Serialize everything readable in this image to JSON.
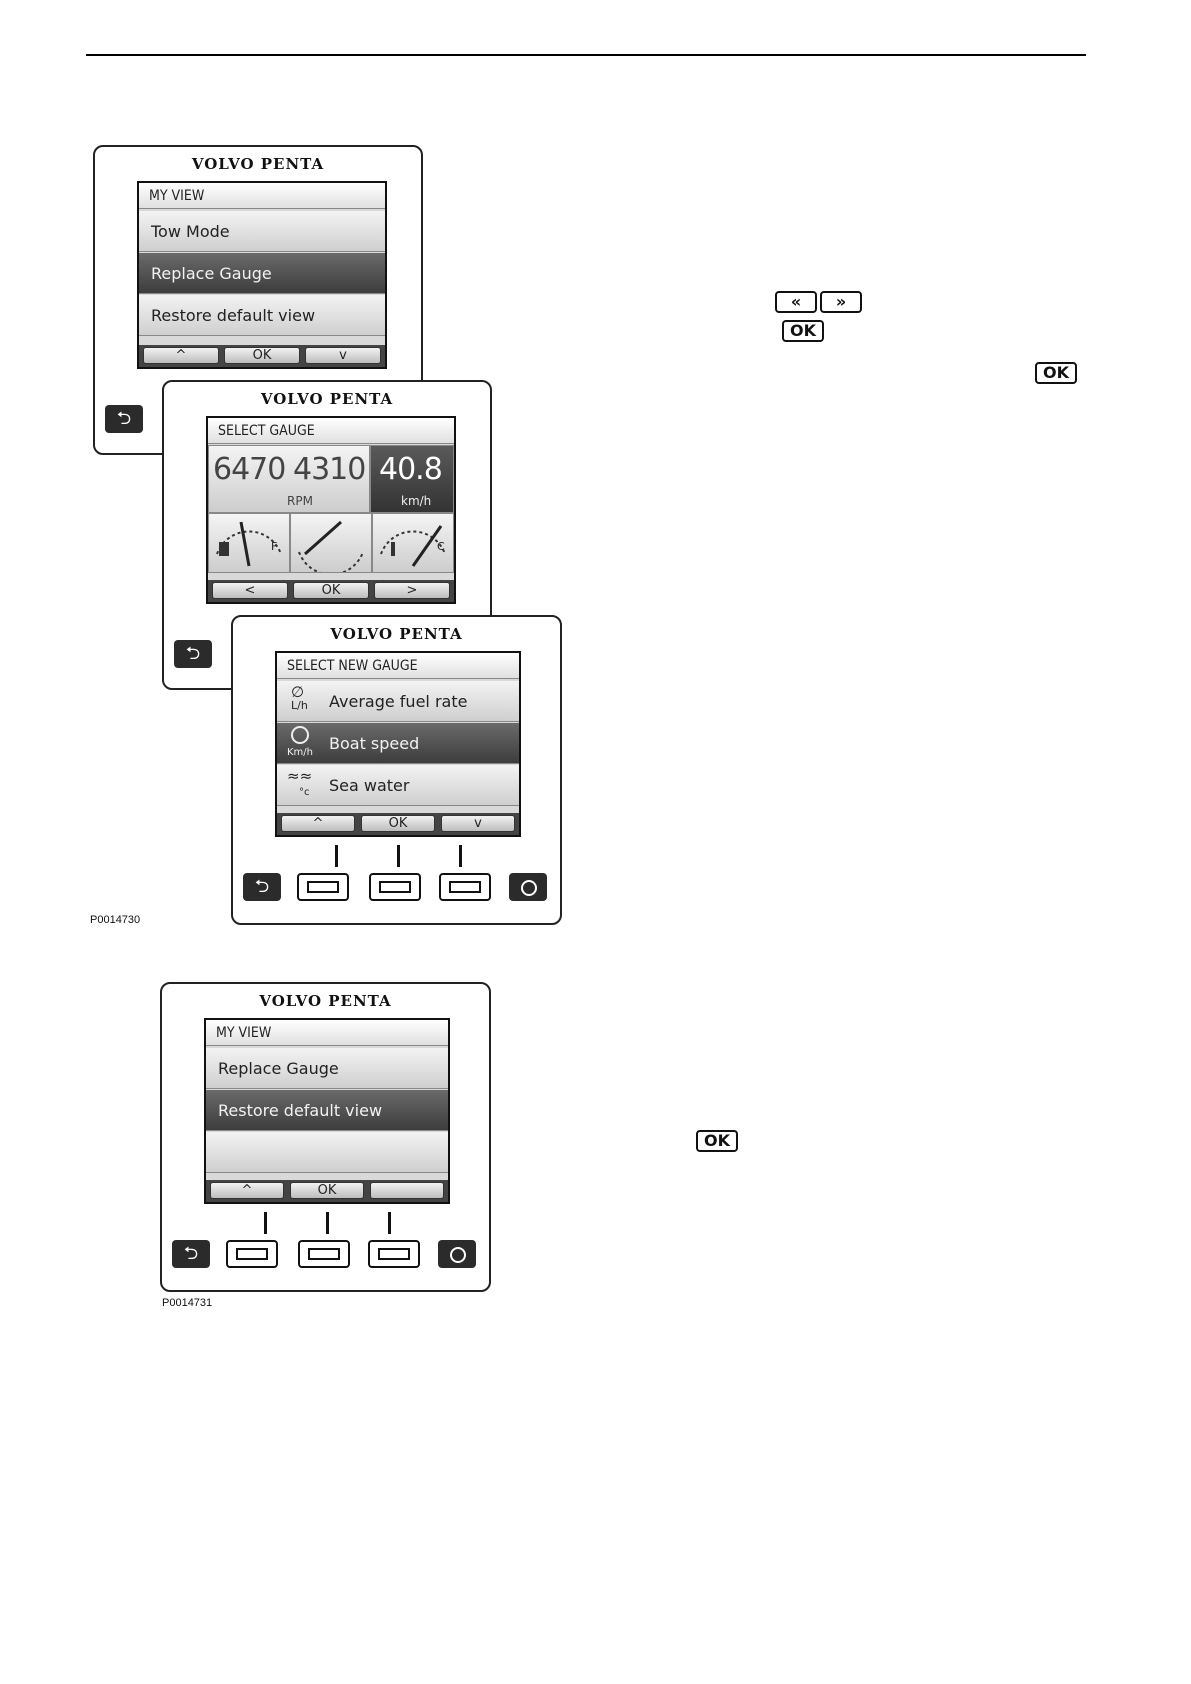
{
  "brand": "VOLVO PENTA",
  "screen1": {
    "title": "MY VIEW",
    "items": [
      "Tow Mode",
      "Replace Gauge",
      "Restore default view"
    ],
    "selected_index": 1,
    "softkeys": [
      "^",
      "OK",
      "v"
    ]
  },
  "screen2": {
    "title": "SELECT GAUGE",
    "rpm_left": "6470",
    "rpm_right": "4310",
    "rpm_unit": "RPM",
    "speed": "40.8",
    "speed_unit": "km/h",
    "fuel_label": "F",
    "temp_label": "C",
    "softkeys": [
      "<",
      "OK",
      ">"
    ]
  },
  "screen3": {
    "title": "SELECT NEW GAUGE",
    "items": [
      {
        "label": "Average fuel rate",
        "icon": "fuel-rate-icon",
        "icon_text": "L/h"
      },
      {
        "label": "Boat speed",
        "icon": "speedometer-icon",
        "icon_text": "Km/h"
      },
      {
        "label": "Sea water",
        "icon": "sea-water-temp-icon",
        "icon_text": "°c"
      }
    ],
    "selected_index": 1,
    "softkeys": [
      "^",
      "OK",
      "v"
    ]
  },
  "caption1": "P0014730",
  "screen4": {
    "title": "MY VIEW",
    "items": [
      "Replace Gauge",
      "Restore default view",
      ""
    ],
    "selected_index": 1,
    "softkeys": [
      "^",
      "OK",
      ""
    ]
  },
  "caption2": "P0014731",
  "keys": {
    "ok": "OK",
    "left": "«",
    "right": "»"
  }
}
